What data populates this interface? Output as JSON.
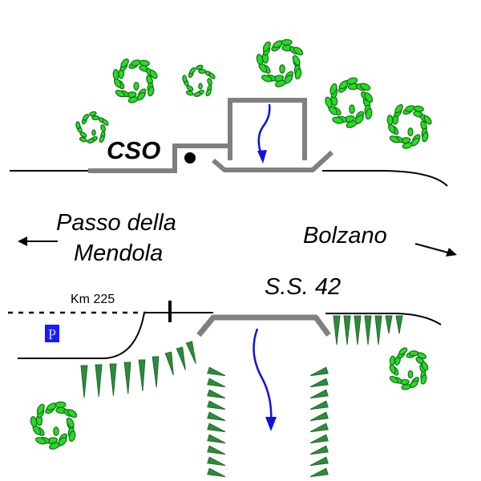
{
  "labels": {
    "cso": "CSO",
    "passo_line1": "Passo della",
    "passo_line2": "Mendola",
    "bolzano": "Bolzano",
    "km": "Km 225",
    "road": "S.S. 42",
    "parking": "P"
  },
  "colors": {
    "structure": "#808080",
    "flow": "#1010e0",
    "vegetation_fill": "#22dd22",
    "vegetation_stroke": "#1a6a1a",
    "embankment": "#2e8b3a",
    "parking_sign": "#1a1aff"
  }
}
